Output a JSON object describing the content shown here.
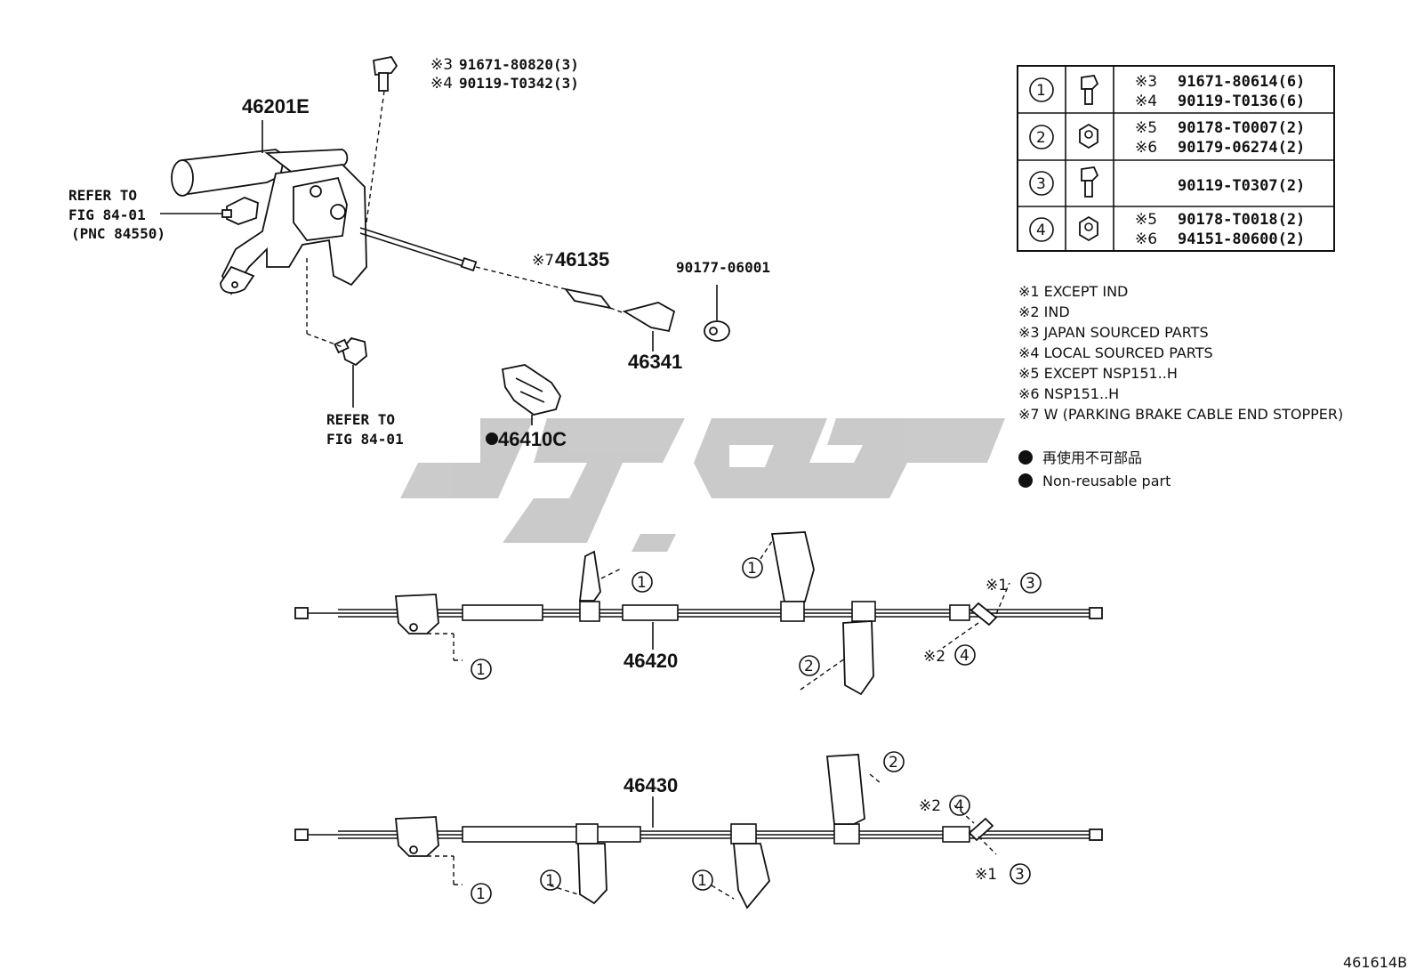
{
  "parts": {
    "lever": "46201E",
    "stopper": "46135",
    "stopper_mark": "※7",
    "grommet": "90177-06001",
    "bracket": "46341",
    "clip": "46410C",
    "cable_front": "46420",
    "cable_rear": "46430"
  },
  "top_bolt": {
    "line1_mark": "※3",
    "line1_pn": "91671-80820(3)",
    "line2_mark": "※4",
    "line2_pn": "90119-T0342(3)"
  },
  "refs": {
    "ref1_line1": "REFER TO",
    "ref1_line2": "FIG 84-01",
    "ref1_line3": "(PNC 84550)",
    "ref2_line1": "REFER TO",
    "ref2_line2": "FIG 84-01"
  },
  "fastener_table": [
    {
      "num": "1",
      "icon": "bolt-icon",
      "rows": [
        {
          "mark": "※3",
          "pn": "91671-80614(6)"
        },
        {
          "mark": "※4",
          "pn": "90119-T0136(6)"
        }
      ]
    },
    {
      "num": "2",
      "icon": "nut-icon",
      "rows": [
        {
          "mark": "※5",
          "pn": "90178-T0007(2)"
        },
        {
          "mark": "※6",
          "pn": "90179-06274(2)"
        }
      ]
    },
    {
      "num": "3",
      "icon": "bolt-icon",
      "rows": [
        {
          "mark": "",
          "pn": "90119-T0307(2)"
        }
      ]
    },
    {
      "num": "4",
      "icon": "nut-icon",
      "rows": [
        {
          "mark": "※5",
          "pn": "90178-T0018(2)"
        },
        {
          "mark": "※6",
          "pn": "94151-80600(2)"
        }
      ]
    }
  ],
  "notes": [
    "※1 EXCEPT IND",
    "※2 IND",
    "※3 JAPAN SOURCED PARTS",
    "※4 LOCAL SOURCED PARTS",
    "※5 EXCEPT NSP151..H",
    "※6 NSP151..H",
    "※7 W (PARKING BRAKE CABLE END STOPPER)"
  ],
  "legend": {
    "jp": "再使用不可部品",
    "en": "Non-reusable part"
  },
  "callouts": {
    "c1": "1",
    "c2": "2",
    "c3": "3",
    "c4": "4",
    "mark1": "※1",
    "mark2": "※2"
  },
  "diagram_id": "461614B",
  "colors": {
    "line": "#111111",
    "watermark": "#c8c8c8"
  }
}
